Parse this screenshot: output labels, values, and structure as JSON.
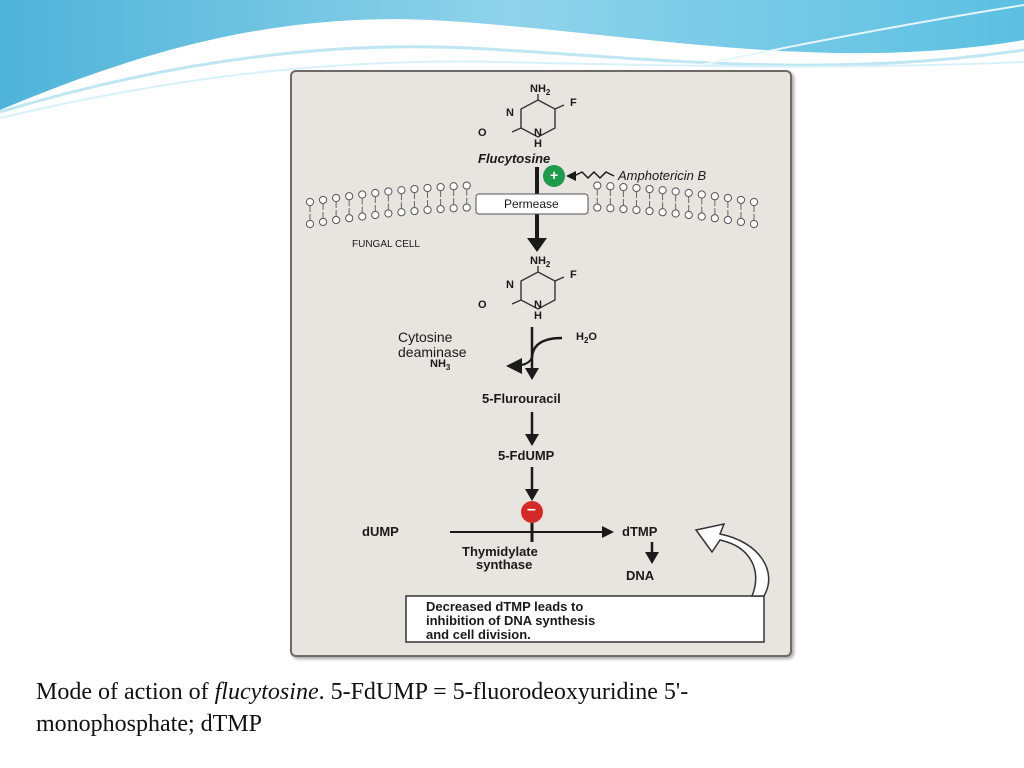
{
  "diagram": {
    "nodes": {
      "flucytosine": "Flucytosine",
      "amphotericin": "Amphotericin B",
      "permease": "Permease",
      "fungal_cell": "FUNGAL CELL",
      "cytosine_deaminase_1": "Cytosine",
      "cytosine_deaminase_2": "deaminase",
      "h2o": "H",
      "h2o_sub": "2",
      "h2o_tail": "O",
      "nh3": "NH",
      "nh3_sub": "3",
      "fluorouracil": "5-Flurouracil",
      "fdump": "5-FdUMP",
      "dump": "dUMP",
      "dtmp": "dTMP",
      "dna": "DNA",
      "thymidylate_1": "Thymidylate",
      "thymidylate_2": "synthase",
      "note_1": "Decreased dTMP leads to",
      "note_2": "inhibition of DNA synthesis",
      "note_3": "and cell division."
    },
    "molecule": {
      "nh2": "NH",
      "nh2_sub": "2",
      "f": "F",
      "n": "N",
      "o": "O",
      "nh": "N",
      "h": "H"
    },
    "signs": {
      "plus": "+",
      "minus": "–"
    },
    "colors": {
      "activation": "#1f9a4b",
      "inhibition": "#d42a2a",
      "arrow": "#1a1a1a"
    }
  },
  "caption": {
    "prefix": "Mode of action of ",
    "drug": "flucytosine",
    "rest_1": ". 5-FdUMP = 5-fluorodeoxyuridine 5'-",
    "rest_2": "monophosphate; dTMP"
  }
}
